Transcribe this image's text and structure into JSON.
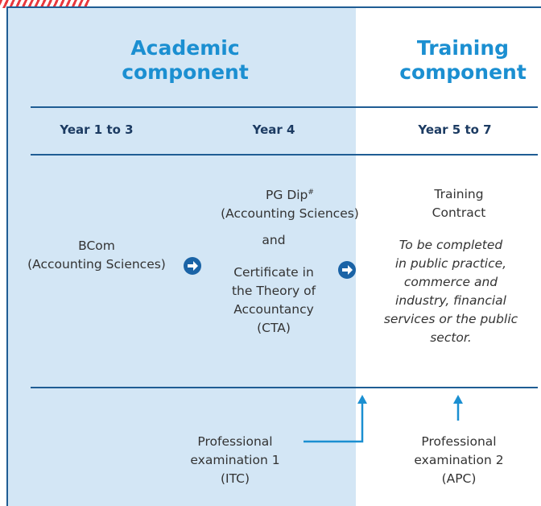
{
  "headings": {
    "academic": "Academic component",
    "training": "Training component"
  },
  "years": {
    "y1": "Year 1 to 3",
    "y2": "Year 4",
    "y3": "Year 5 to 7"
  },
  "col1": {
    "line1": "BCom",
    "line2": "(Accounting Sciences)"
  },
  "col2": {
    "pgdip": "PG Dip",
    "pgdip_sup": "#",
    "pgdip_sub": "(Accounting Sciences)",
    "and": "and",
    "cta1": "Certificate in",
    "cta2": "the Theory of",
    "cta3": "Accountancy",
    "cta4": "(CTA)"
  },
  "col3": {
    "title1": "Training",
    "title2": "Contract",
    "desc": [
      "To be completed",
      "in public practice,",
      "commerce and",
      "industry, financial",
      "services or the public",
      "sector."
    ]
  },
  "exams": {
    "itc": [
      "Professional",
      "examination 1",
      "(ITC)"
    ],
    "apc": [
      "Professional",
      "examination 2",
      "(APC)"
    ]
  },
  "colors": {
    "academic_bg": "#d3e6f5",
    "heading": "#1b8fd1",
    "year": "#1c3b62",
    "line": "#1f5d94",
    "arrow": "#1a63a6",
    "stripe": "#e8383d"
  }
}
